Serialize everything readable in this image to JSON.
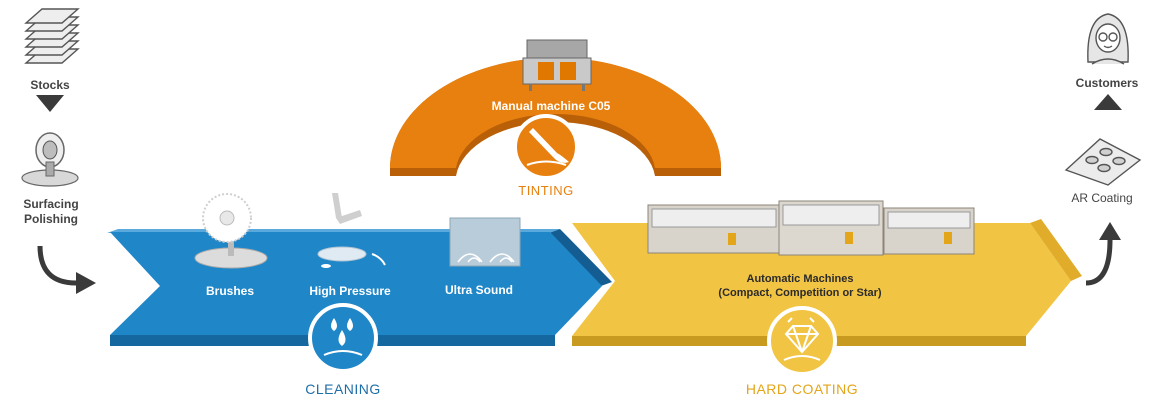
{
  "left_flow": {
    "stocks": "Stocks",
    "surfacing_line1": "Surfacing",
    "surfacing_line2": "Polishing"
  },
  "right_flow": {
    "customers": "Customers",
    "ar_coating": "AR Coating"
  },
  "tinting": {
    "machine_label": "Manual machine C05",
    "stage_label": "TINTING",
    "color": "#e8800f"
  },
  "cleaning": {
    "steps": [
      "Brushes",
      "High Pressure",
      "Ultra Sound"
    ],
    "stage_label": "CLEANING",
    "color": "#1f86c8",
    "label_color": "#1e6ea8"
  },
  "hard_coating": {
    "machines_line1": "Automatic Machines",
    "machines_line2": "(Compact, Competition or Star)",
    "stage_label": "HARD COATING",
    "color": "#f2c443",
    "label_color": "#e3a51a"
  },
  "icons": [
    "lens-stack-icon",
    "polishing-machine-icon",
    "customer-avatar-icon",
    "ar-lens-tray-icon",
    "brush-wheel-icon",
    "pressure-nozzle-icon",
    "ultrasound-tank-icon",
    "paintbrush-icon",
    "water-drops-icon",
    "diamond-icon"
  ]
}
